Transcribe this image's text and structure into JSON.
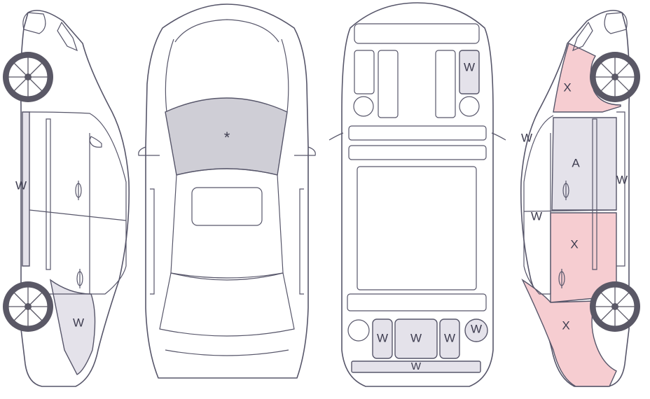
{
  "colors": {
    "outline": "#57566a",
    "scratch_w": "#e4e2ea",
    "dent_x": "#f6cdd1",
    "asterisk": "#cfced6"
  },
  "marks": {
    "left_side": {
      "door_w": "W",
      "rear_quarter_w": "W"
    },
    "top_view": {
      "windshield": "*"
    },
    "bottom_view": {
      "panel_top_right": "W",
      "tail_1": "W",
      "tail_2": "W",
      "tail_3": "W",
      "tail_circle": "W",
      "bumper": "W"
    },
    "right_side": {
      "front_fender": "X",
      "mirror": "W",
      "front_door": "A",
      "door_edge": "W",
      "window_lower": "W",
      "rear_door": "X",
      "rear_quarter": "X"
    }
  }
}
